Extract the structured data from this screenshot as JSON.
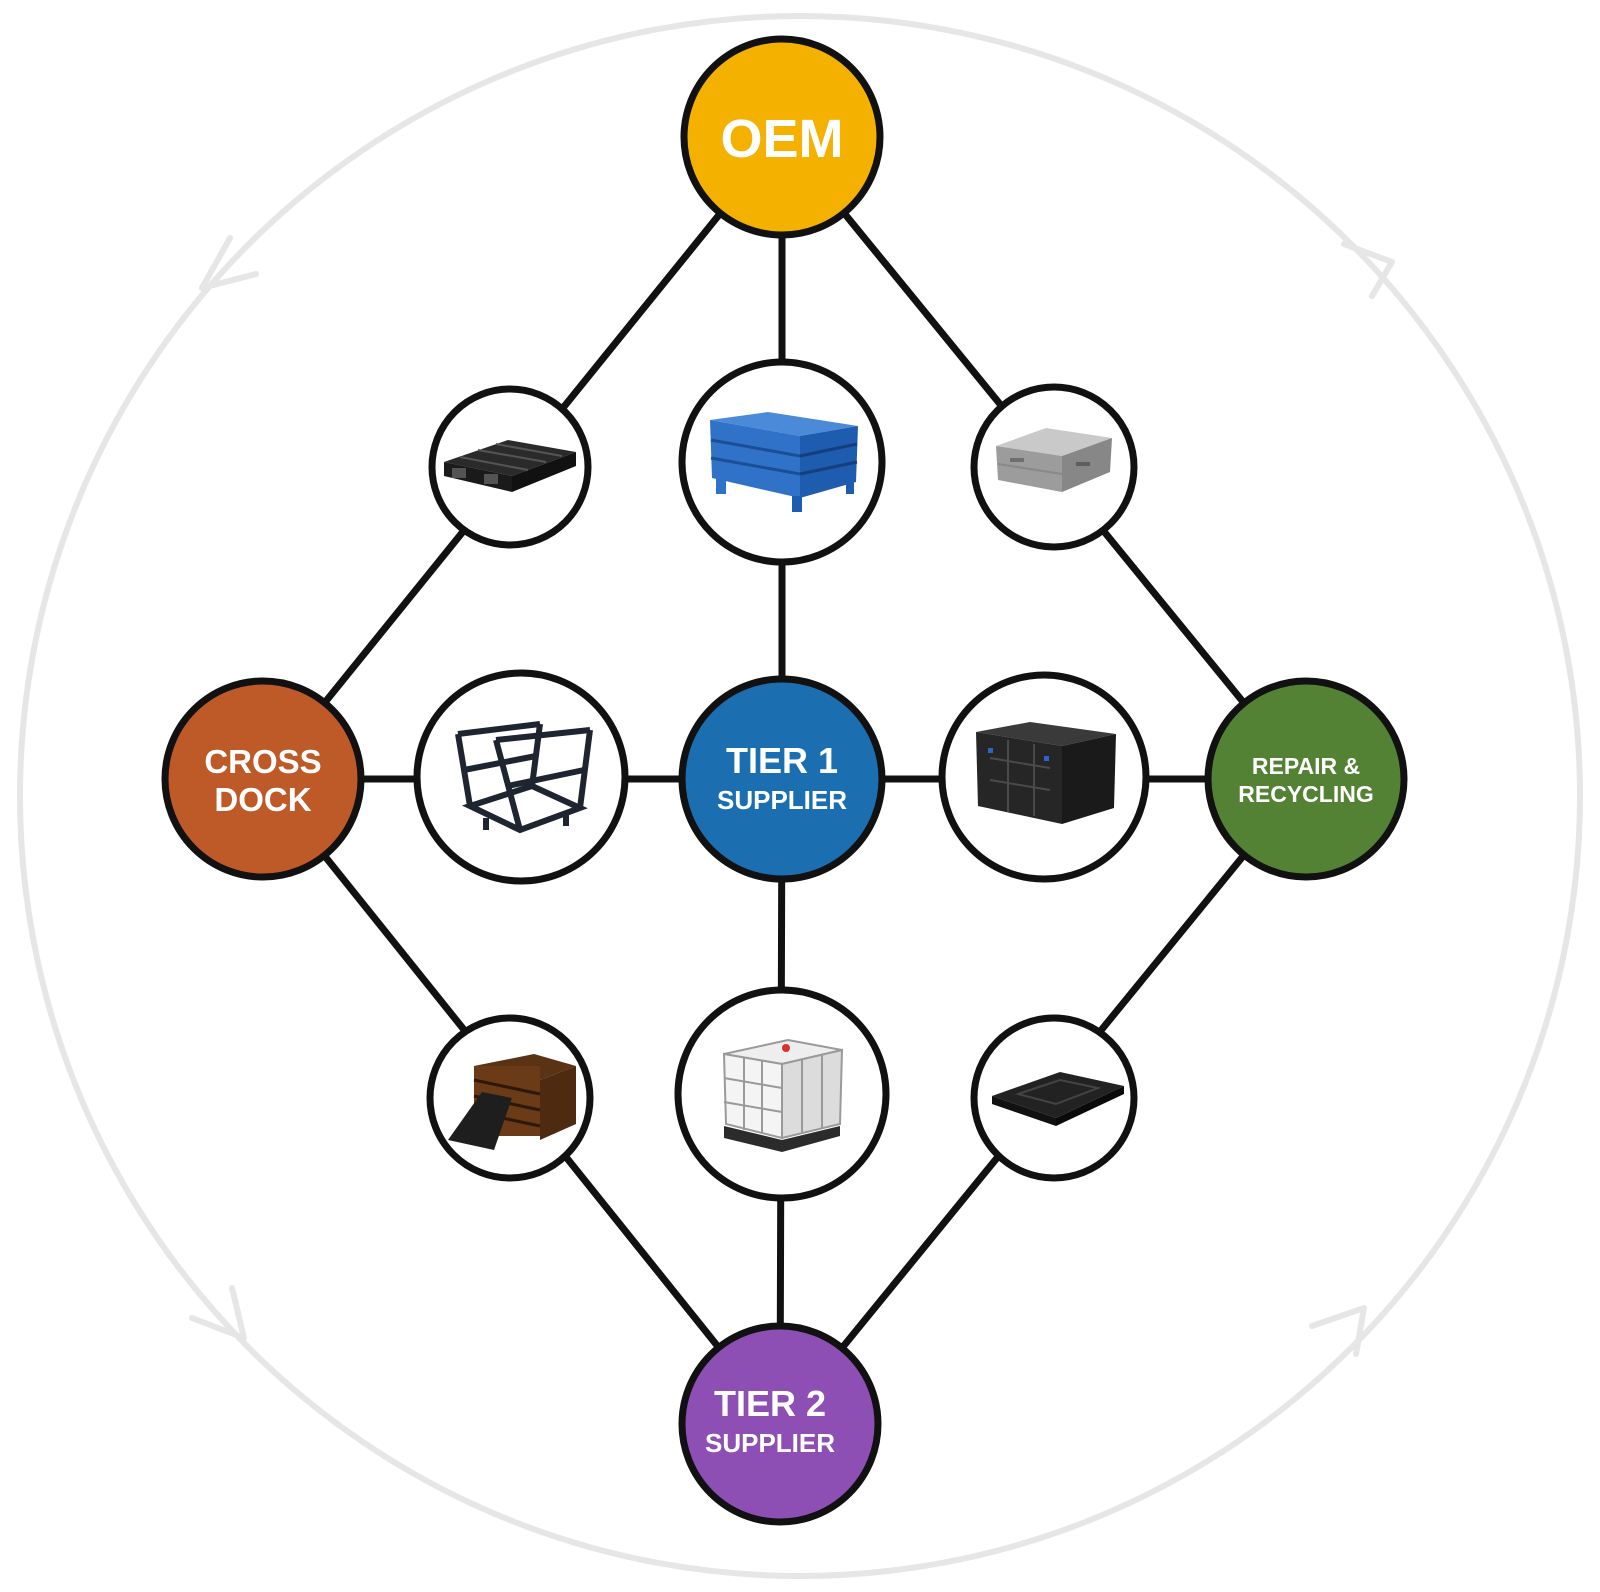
{
  "hubs": {
    "oem": {
      "lines": [
        "OEM"
      ],
      "color": "#F4B100"
    },
    "cross_dock": {
      "lines": [
        "CROSS",
        "DOCK"
      ],
      "color": "#BE5A27"
    },
    "tier1": {
      "lines": [
        "TIER 1",
        "SUPPLIER"
      ],
      "color": "#1B6FB1"
    },
    "repair": {
      "lines": [
        "REPAIR &",
        "RECYCLING"
      ],
      "color": "#548235"
    },
    "tier2": {
      "lines": [
        "TIER 2",
        "SUPPLIER"
      ],
      "color": "#8E4FB5"
    }
  },
  "containers": [
    {
      "id": "plastic-pallet",
      "icon": "plastic-pallet-icon"
    },
    {
      "id": "steel-bin",
      "icon": "steel-bin-icon"
    },
    {
      "id": "stacking-tote",
      "icon": "stacking-tote-icon"
    },
    {
      "id": "steel-rack",
      "icon": "steel-rack-icon"
    },
    {
      "id": "bulk-container",
      "icon": "bulk-container-icon"
    },
    {
      "id": "layer-pads",
      "icon": "layer-pads-icon"
    },
    {
      "id": "ibc-tote",
      "icon": "ibc-tote-icon"
    },
    {
      "id": "top-cap",
      "icon": "top-cap-icon"
    }
  ]
}
